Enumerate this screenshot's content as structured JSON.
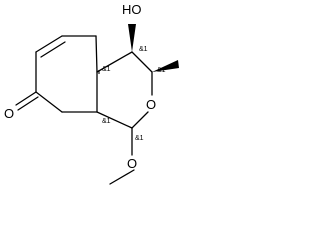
{
  "molecule": {
    "atoms": {
      "hydroxyl": "HO",
      "ketone_oxygen": "O",
      "ring_oxygen": "O",
      "methoxy_oxygen": "O"
    },
    "stereo_marks": {
      "c4a": "&1",
      "c4": "&1",
      "c3": "&1",
      "c8a": "&1",
      "c1": "&1"
    }
  }
}
